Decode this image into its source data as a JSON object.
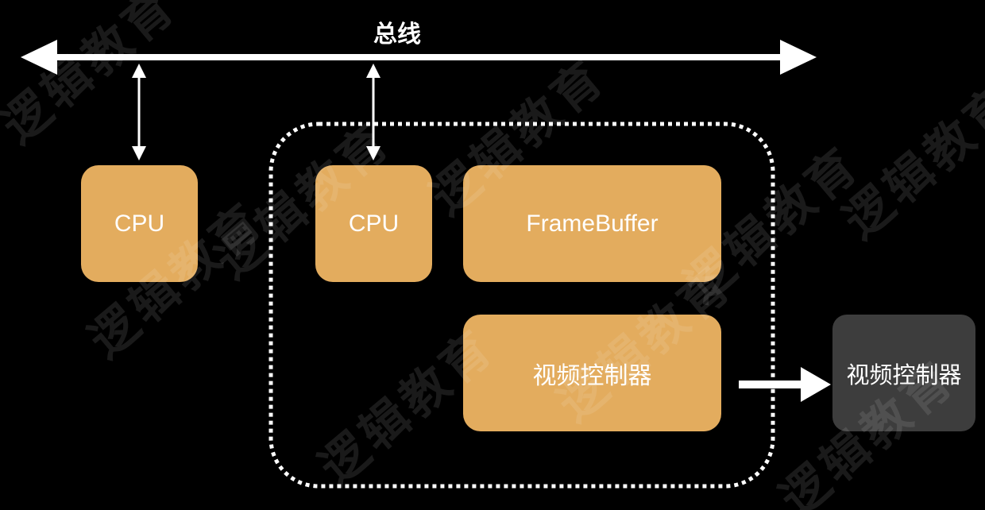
{
  "bus": {
    "label": "总线"
  },
  "boxes": {
    "cpu_left": "CPU",
    "cpu_right": "CPU",
    "framebuffer": "FrameBuffer",
    "video_controller": "视频控制器",
    "video_output": "视频控制器"
  },
  "watermark": {
    "text": "逻辑教育"
  },
  "colors": {
    "background": "#000000",
    "box_orange": "#e3ac5e",
    "box_gray": "#3d3d3d",
    "line": "#ffffff"
  }
}
